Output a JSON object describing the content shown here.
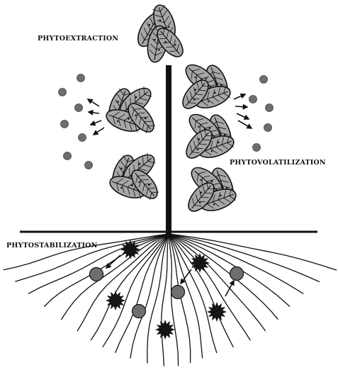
{
  "labels": {
    "phytoextraction": "PHYTOEXTRACTION",
    "phytovolatilization": "PHYTOVOLATILIZATION",
    "phytostabilization": "PHYTOSTABILIZATION"
  },
  "colors": {
    "ink": "#111111",
    "leaf_fill": "#a7a7a7",
    "particle": "#6e6e6e",
    "contaminant_star": "#151515",
    "background": "#ffffff"
  },
  "icons": {
    "particle": "pollutant-particle-icon",
    "star": "contaminant-star-icon",
    "arrow": "arrow-icon",
    "leaf": "leaf-icon"
  }
}
